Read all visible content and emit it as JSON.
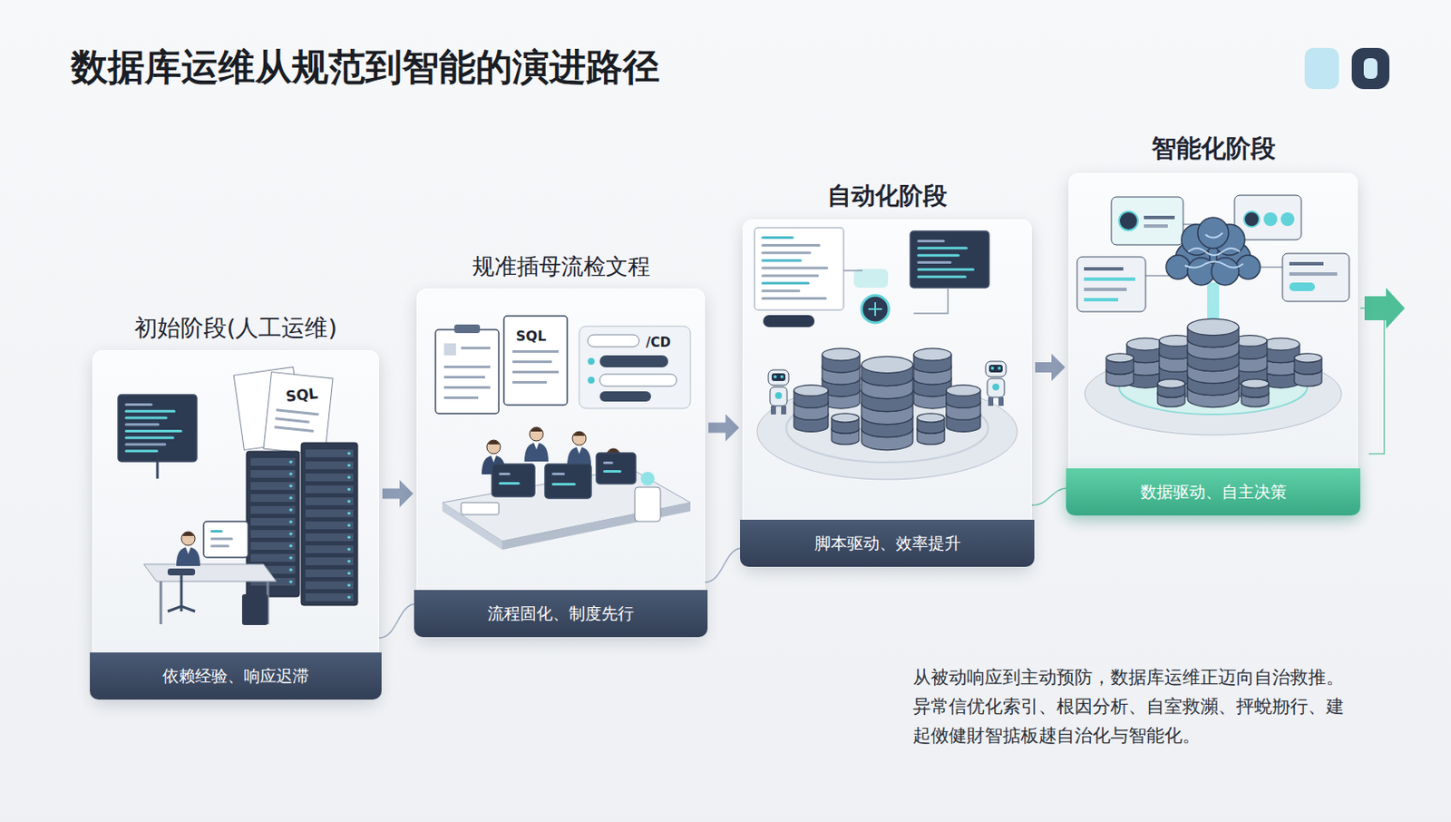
{
  "diagram": {
    "title": "数据库运维从规范到智能的演进路径",
    "caption": "从被动响应到主动预防，数据库运维正迈向自治救推。异常信优化索引、根因分析、自室救瀕、抨蛻剙行、建起傚健財智掂板趚自治化与智能化。",
    "nodes": [
      {
        "text": [
          "初始阶段(人工运维)",
          "依赖经验、响应迟滞"
        ]
      },
      {
        "text": [
          "规准插母流检文程",
          "流程固化、制度先行"
        ]
      },
      {
        "text": [
          "自动化阶段",
          "脚本驱动、效率提升"
        ]
      },
      {
        "text": [
          "智能化阶段",
          "数据驱动、自主决策"
        ]
      }
    ],
    "edges": [
      {
        "from": 0,
        "to": 1,
        "arrow": "to"
      },
      {
        "from": 1,
        "to": 2,
        "arrow": "to"
      },
      {
        "from": 2,
        "to": 3,
        "arrow": "to"
      }
    ],
    "labels": [
      "SQL",
      "SQL",
      "/CD"
    ]
  }
}
